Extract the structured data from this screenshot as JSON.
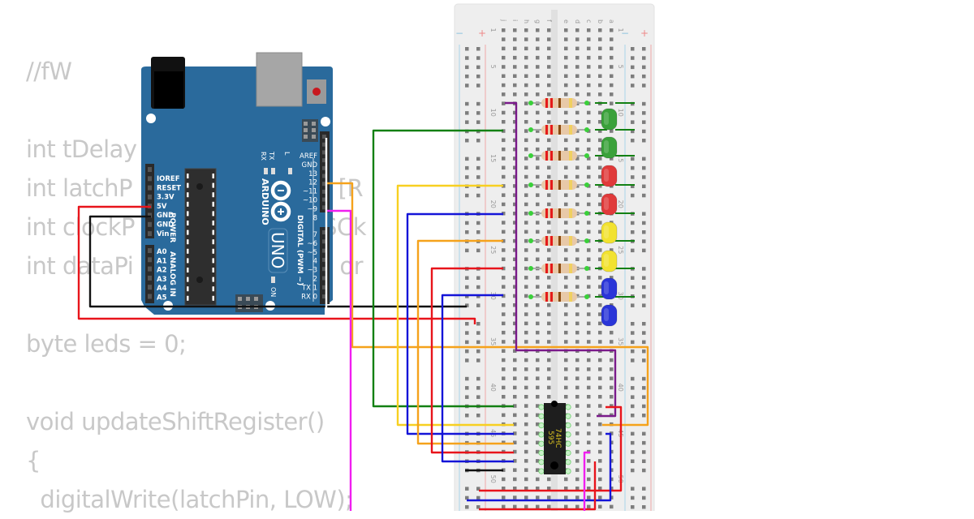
{
  "code": {
    "lines": [
      "//fW",
      "",
      "int tDelay",
      "int latchP                ) ST_CP [R",
      "int clockP                H_CP [SCk",
      "int dataPi                DS [S1] or",
      "",
      "byte leds = 0;",
      "",
      "void updateShiftRegister()",
      "{",
      "  digitalWrite(latchPin, LOW);"
    ]
  },
  "arduino": {
    "brand": "ARDUINO",
    "model": "UNO",
    "power_header_label": "POWER",
    "analog_header_label": "ANALOG IN",
    "digital_header_label": "DIGITAL (PWM ~)",
    "on_label": "ON",
    "led_labels": [
      "RX",
      "TX",
      "L"
    ],
    "power_pins": [
      "IOREF",
      "RESET",
      "3.3V",
      "5V",
      "GND",
      "GND",
      "Vin"
    ],
    "analog_pins": [
      "A0",
      "A1",
      "A2",
      "A3",
      "A4",
      "A5"
    ],
    "digital_pins_top": [
      "AREF",
      "GND",
      "13",
      "12",
      "~11",
      "~10",
      "~9",
      "8"
    ],
    "digital_pins_bottom": [
      "7",
      "~6",
      "~5",
      "4",
      "~3",
      "2",
      "TX 1",
      "RX 0"
    ],
    "board_color": "#2a6a9c"
  },
  "breadboard": {
    "column_letters_left": [
      "j",
      "i",
      "h",
      "g",
      "f"
    ],
    "column_letters_right": [
      "e",
      "d",
      "c",
      "b",
      "a"
    ],
    "row_numbers": [
      "1",
      "5",
      "10",
      "15",
      "20",
      "25",
      "30",
      "35",
      "40",
      "45",
      "50"
    ],
    "rail_minus": "−",
    "rail_plus": "+"
  },
  "chip": {
    "label_line1": "74HC",
    "label_line2": "595"
  },
  "leds": [
    {
      "color": "green",
      "hex": "#3aa13a"
    },
    {
      "color": "green",
      "hex": "#3aa13a"
    },
    {
      "color": "red",
      "hex": "#e03a3a"
    },
    {
      "color": "red",
      "hex": "#e03a3a"
    },
    {
      "color": "yellow",
      "hex": "#f2e230"
    },
    {
      "color": "yellow",
      "hex": "#f2e230"
    },
    {
      "color": "blue",
      "hex": "#2a35d8"
    },
    {
      "color": "blue",
      "hex": "#2a35d8"
    }
  ],
  "wire_colors": {
    "red": "#e8141b",
    "black": "#111111",
    "green": "#138013",
    "yellow": "#f7d021",
    "blue": "#1414d8",
    "orange": "#f5a21b",
    "magenta": "#f01ef0",
    "purple": "#7a1a8a",
    "white": "#ffffff"
  }
}
